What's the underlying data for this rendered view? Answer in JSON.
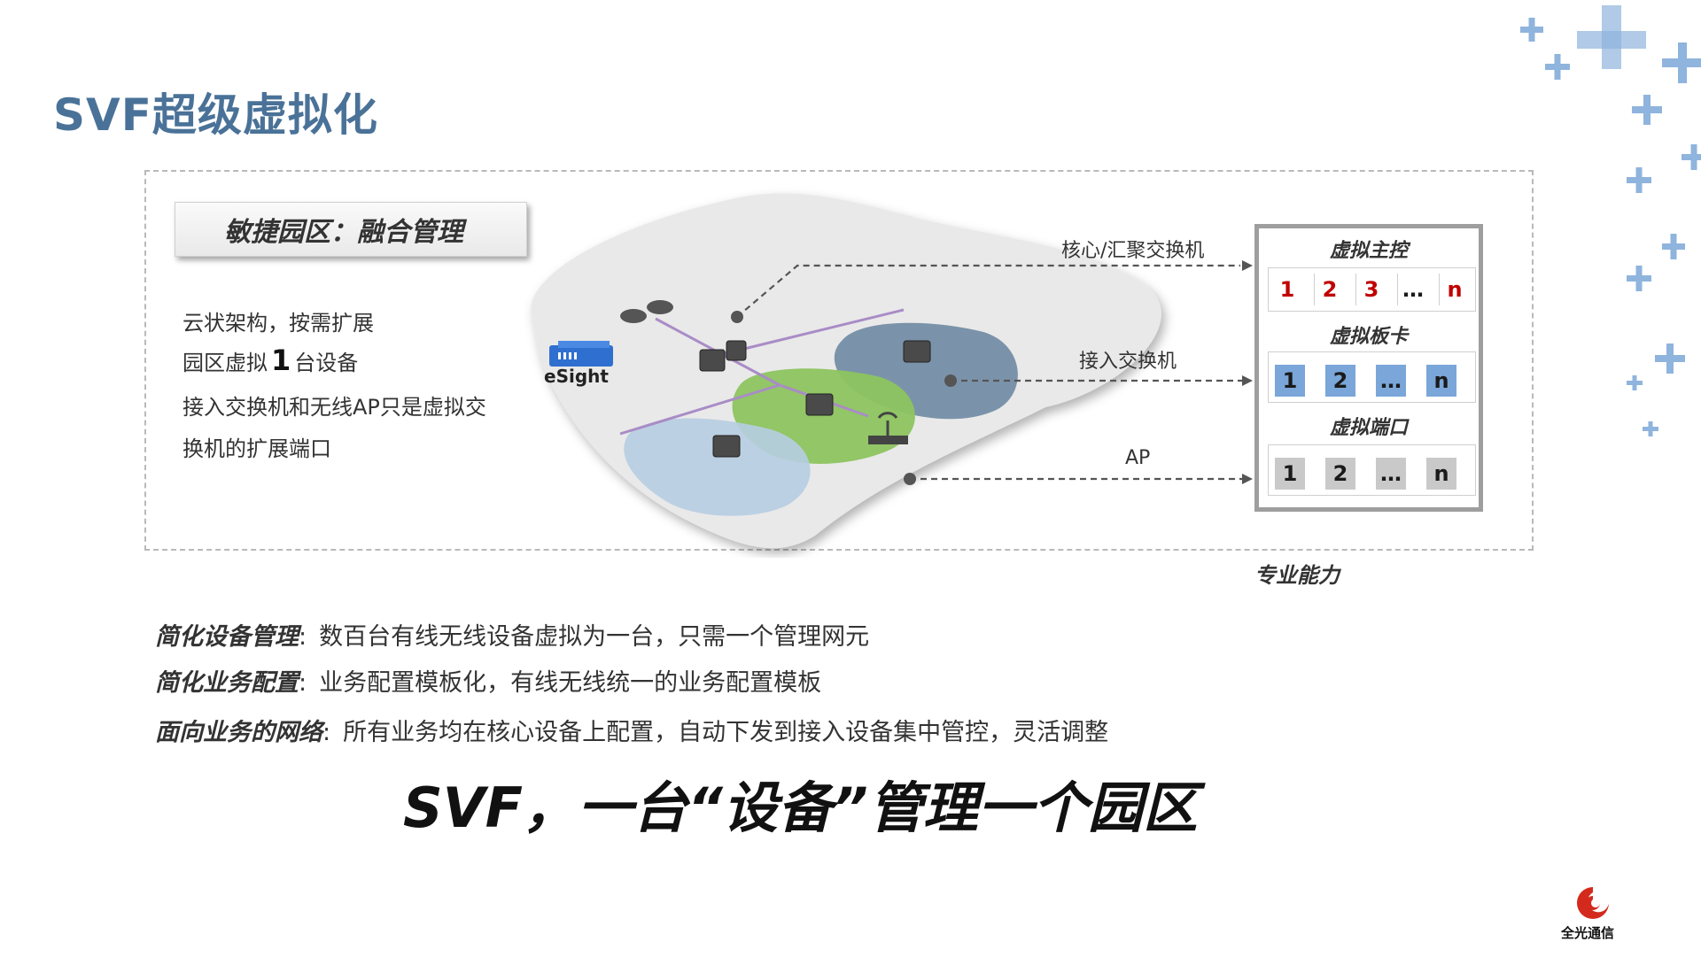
{
  "title": "SVF超级虚拟化",
  "banner": "敏捷园区：融合管理",
  "desc": {
    "line1": "云状架构，按需扩展",
    "line2_pre": "园区虚拟",
    "line2_num": "1",
    "line2_post": "台设备",
    "line3": "接入交换机和无线AP只是虚拟交",
    "line4": "换机的扩展端口"
  },
  "diagram": {
    "esight_label": "eSight",
    "core_label": "核心/汇聚交换机",
    "access_label": "接入交换机",
    "ap_label": "AP"
  },
  "panel": {
    "main_title": "虚拟主控",
    "main_slots": [
      "1",
      "2",
      "3",
      "…",
      "n"
    ],
    "card_title": "虚拟板卡",
    "card_slots": [
      "1",
      "2",
      "…",
      "n"
    ],
    "port_title": "虚拟端口",
    "port_slots": [
      "1",
      "2",
      "…",
      "n"
    ]
  },
  "caption": "专业能力",
  "bullets": [
    {
      "key": "简化设备管理",
      "sep": ":",
      "text": "数百台有线无线设备虚拟为一台，只需一个管理网元"
    },
    {
      "key": "简化业务配置",
      "sep": ":",
      "text": "业务配置模板化，有线无线统一的业务配置模板"
    },
    {
      "key": "面向业务的网络",
      "sep": ":",
      "text": "所有业务均在核心设备上配置，自动下发到接入设备集中管控，灵活调整"
    }
  ],
  "slogan": "SVF，一台“设备”管理一个园区",
  "logo_text": "全光通信",
  "colors": {
    "title": "#4a7298",
    "plus": "#8fb4dd",
    "red_slot": "#c00000",
    "blue_slot": "#7aa6d9",
    "gray_slot": "#c9c9c9",
    "logo": "#d42a1e"
  }
}
